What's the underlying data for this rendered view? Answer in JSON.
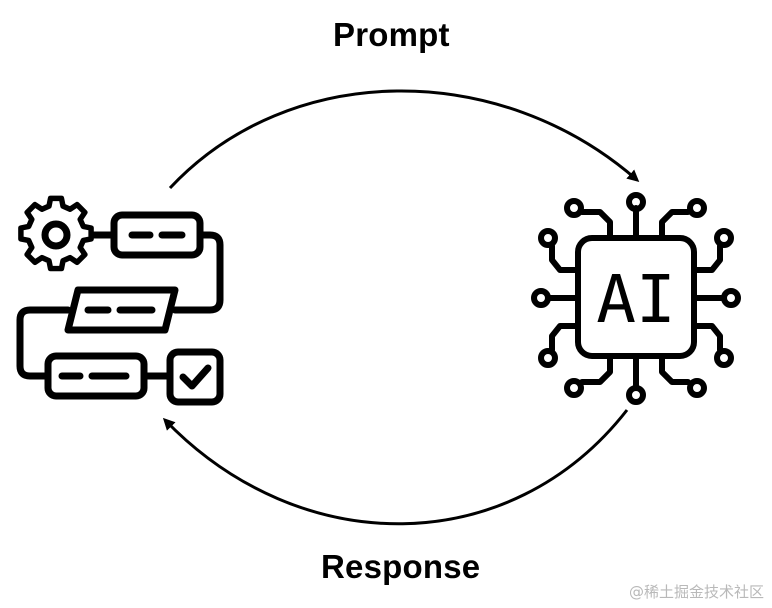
{
  "diagram": {
    "top_arrow_label": "Prompt",
    "bottom_arrow_label": "Response",
    "chip_text": "AI",
    "watermark": "@稀土掘金技术社区"
  },
  "icons": {
    "left_node": "workflow-icon",
    "right_node": "ai-chip-icon"
  },
  "colors": {
    "stroke": "#000000",
    "background": "#ffffff",
    "watermark": "#b9b9b9"
  }
}
